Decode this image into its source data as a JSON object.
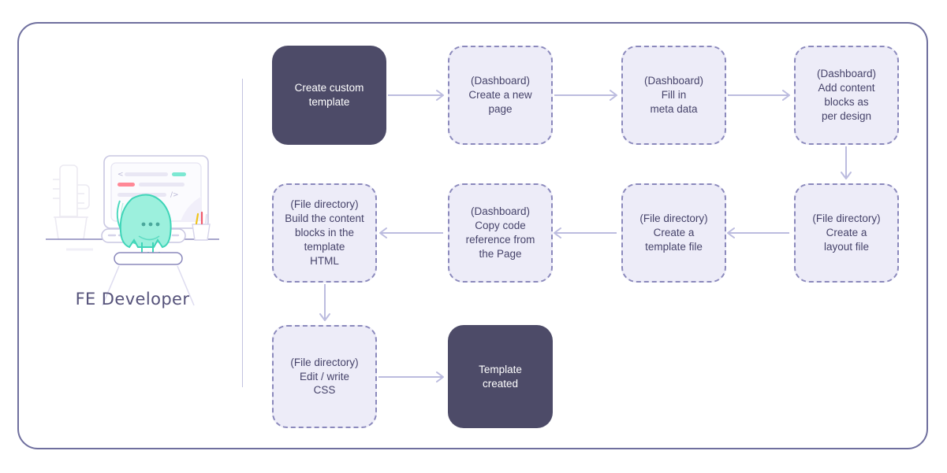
{
  "diagram": {
    "title": "Create custom template flow",
    "persona": {
      "caption": "FE Developer",
      "illustration_name": "fe-developer-at-desk-illustration",
      "elements": [
        "monitor",
        "code-lines",
        "creature",
        "keyboard",
        "desk",
        "cactus",
        "pencil-cup"
      ]
    },
    "colors": {
      "frame_border": "#6f6f9e",
      "divider": "#c3c3e0",
      "solid_node_bg": "#4d4b68",
      "solid_node_text": "#ffffff",
      "dashed_node_bg": "#edecf8",
      "dashed_node_border": "#8b89bc",
      "dashed_node_text": "#46436a",
      "connector": "#bcbcdf",
      "creature": "#7ce8d2",
      "accent_green": "#44e0bd",
      "accent_red": "#ff8896",
      "pencil_yellow": "#f0c419",
      "pencil_red": "#ef5a6b"
    },
    "nodes": [
      {
        "id": "n1",
        "style": "solid",
        "label": "Create custom\ntemplate"
      },
      {
        "id": "n2",
        "style": "dashed",
        "label": "(Dashboard)\nCreate a new\npage"
      },
      {
        "id": "n3",
        "style": "dashed",
        "label": "(Dashboard)\nFill in\nmeta data"
      },
      {
        "id": "n4",
        "style": "dashed",
        "label": "(Dashboard)\nAdd content\nblocks as\nper design"
      },
      {
        "id": "n5",
        "style": "dashed",
        "label": "(File directory)\nCreate a\nlayout file"
      },
      {
        "id": "n6",
        "style": "dashed",
        "label": "(File directory)\nCreate a\ntemplate file"
      },
      {
        "id": "n7",
        "style": "dashed",
        "label": "(Dashboard)\nCopy code\nreference from\nthe Page"
      },
      {
        "id": "n8",
        "style": "dashed",
        "label": "(File directory)\nBuild the content\nblocks in the\ntemplate\nHTML"
      },
      {
        "id": "n9",
        "style": "dashed",
        "label": "(File directory)\nEdit / write\nCSS"
      },
      {
        "id": "n10",
        "style": "solid",
        "label": "Template\ncreated"
      }
    ],
    "connectors": [
      {
        "from": "n1",
        "to": "n2",
        "direction": "right"
      },
      {
        "from": "n2",
        "to": "n3",
        "direction": "right"
      },
      {
        "from": "n3",
        "to": "n4",
        "direction": "right"
      },
      {
        "from": "n4",
        "to": "n5",
        "direction": "down"
      },
      {
        "from": "n5",
        "to": "n6",
        "direction": "left"
      },
      {
        "from": "n6",
        "to": "n7",
        "direction": "left"
      },
      {
        "from": "n7",
        "to": "n8",
        "direction": "left"
      },
      {
        "from": "n8",
        "to": "n9",
        "direction": "down"
      },
      {
        "from": "n9",
        "to": "n10",
        "direction": "right"
      }
    ]
  }
}
